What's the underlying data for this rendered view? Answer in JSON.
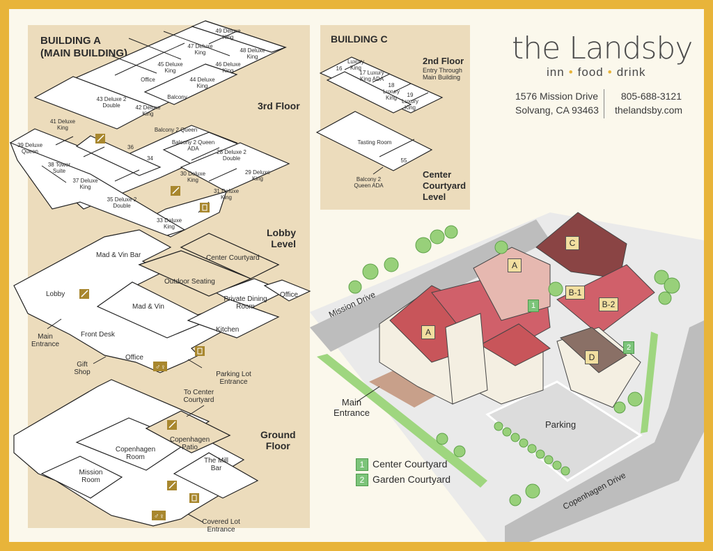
{
  "brand": {
    "name": "the Landsby",
    "tagline": [
      "inn",
      "food",
      "drink"
    ],
    "address_line1": "1576 Mission Drive",
    "address_line2": "Solvang, CA 93463",
    "phone": "805-688-3121",
    "website": "thelandsby.com"
  },
  "building_a": {
    "title_line1": "BUILDING A",
    "title_line2": "(MAIN BUILDING)",
    "third_floor": {
      "label": "3rd Floor",
      "rooms": [
        {
          "num": "49",
          "type": "Deluxe King"
        },
        {
          "num": "47",
          "type": "Deluxe King"
        },
        {
          "num": "48",
          "type": "Deluxe King"
        },
        {
          "num": "45",
          "type": "Deluxe King"
        },
        {
          "num": "46",
          "type": "Deluxe King"
        },
        {
          "num": "44",
          "type": "Deluxe King"
        },
        {
          "num": "43",
          "type": "Deluxe 2 Double"
        },
        {
          "num": "42",
          "type": "Deluxe King"
        },
        {
          "num": "41",
          "type": "Deluxe King"
        },
        {
          "num": "39",
          "type": "Deluxe Queen"
        },
        {
          "num": "38",
          "type": "Tower Suite"
        },
        {
          "num": "37",
          "type": "Deluxe King"
        },
        {
          "num": "36",
          "type": ""
        },
        {
          "num": "34",
          "type": ""
        },
        {
          "num": "35",
          "type": "Deluxe 2 Double"
        },
        {
          "num": "28",
          "type": "Deluxe 2 Double"
        },
        {
          "num": "30",
          "type": "Deluxe King"
        },
        {
          "num": "29",
          "type": "Deluxe King"
        },
        {
          "num": "31",
          "type": "Deluxe King"
        },
        {
          "num": "33",
          "type": "Deluxe King"
        }
      ],
      "office": "Office",
      "balcony": "Balcony",
      "balcony_2_queen": "Balcony 2 Queen",
      "balcony_2_queen_ada": "Balcony 2 Queen ADA"
    },
    "lobby_level": {
      "label_line1": "Lobby",
      "label_line2": "Level",
      "rooms": [
        "Mad & Vin Bar",
        "Center Courtyard",
        "Outdoor Seating",
        "Lobby",
        "Mad & Vin",
        "Private Dining Room",
        "Office",
        "Kitchen",
        "Front Desk",
        "Office"
      ],
      "main_entrance": "Main Entrance",
      "gift_shop": "Gift Shop",
      "parking_lot_entrance": "Parking Lot Entrance"
    },
    "ground_floor": {
      "label_line1": "Ground",
      "label_line2": "Floor",
      "rooms": [
        "Copenhagen Room",
        "Copenhagen Patio",
        "The Mill Bar",
        "Mission Room"
      ],
      "to_center_courtyard": "To Center Courtyard",
      "covered_lot_entrance": "Covered Lot Entrance"
    }
  },
  "building_c": {
    "title": "BUILDING C",
    "second_floor": {
      "label": "2nd Floor",
      "note": "Entry Through Main Building",
      "rooms": [
        {
          "num": "16",
          "type": "Luxury King"
        },
        {
          "num": "17",
          "type": "Luxury King ADA"
        },
        {
          "num": "18",
          "type": "Luxury King"
        },
        {
          "num": "19",
          "type": "Luxury King"
        }
      ]
    },
    "courtyard_level": {
      "label_line1": "Center",
      "label_line2": "Courtyard",
      "label_line3": "Level",
      "tasting_room": "Tasting Room",
      "room_55": "55",
      "balcony": "Balcony 2 Queen ADA"
    }
  },
  "site_map": {
    "streets": [
      "Mission Drive",
      "Copenhagen Drive"
    ],
    "buildings": [
      "A",
      "A",
      "B-1",
      "B-2",
      "C",
      "D"
    ],
    "main_entrance": "Main Entrance",
    "parking": "Parking",
    "courtyards": [
      {
        "num": "1",
        "name": "Center Courtyard"
      },
      {
        "num": "2",
        "name": "Garden Courtyard"
      }
    ]
  },
  "colors": {
    "border": "#e8b43a",
    "panel": "#ecdcbc",
    "roof": "#c8555a",
    "roof_brown": "#8a4444",
    "courtyard_badge": "#7cc47a",
    "icon": "#a8872e"
  },
  "icons": [
    "stairs-icon",
    "restroom-icon",
    "elevator-icon"
  ]
}
